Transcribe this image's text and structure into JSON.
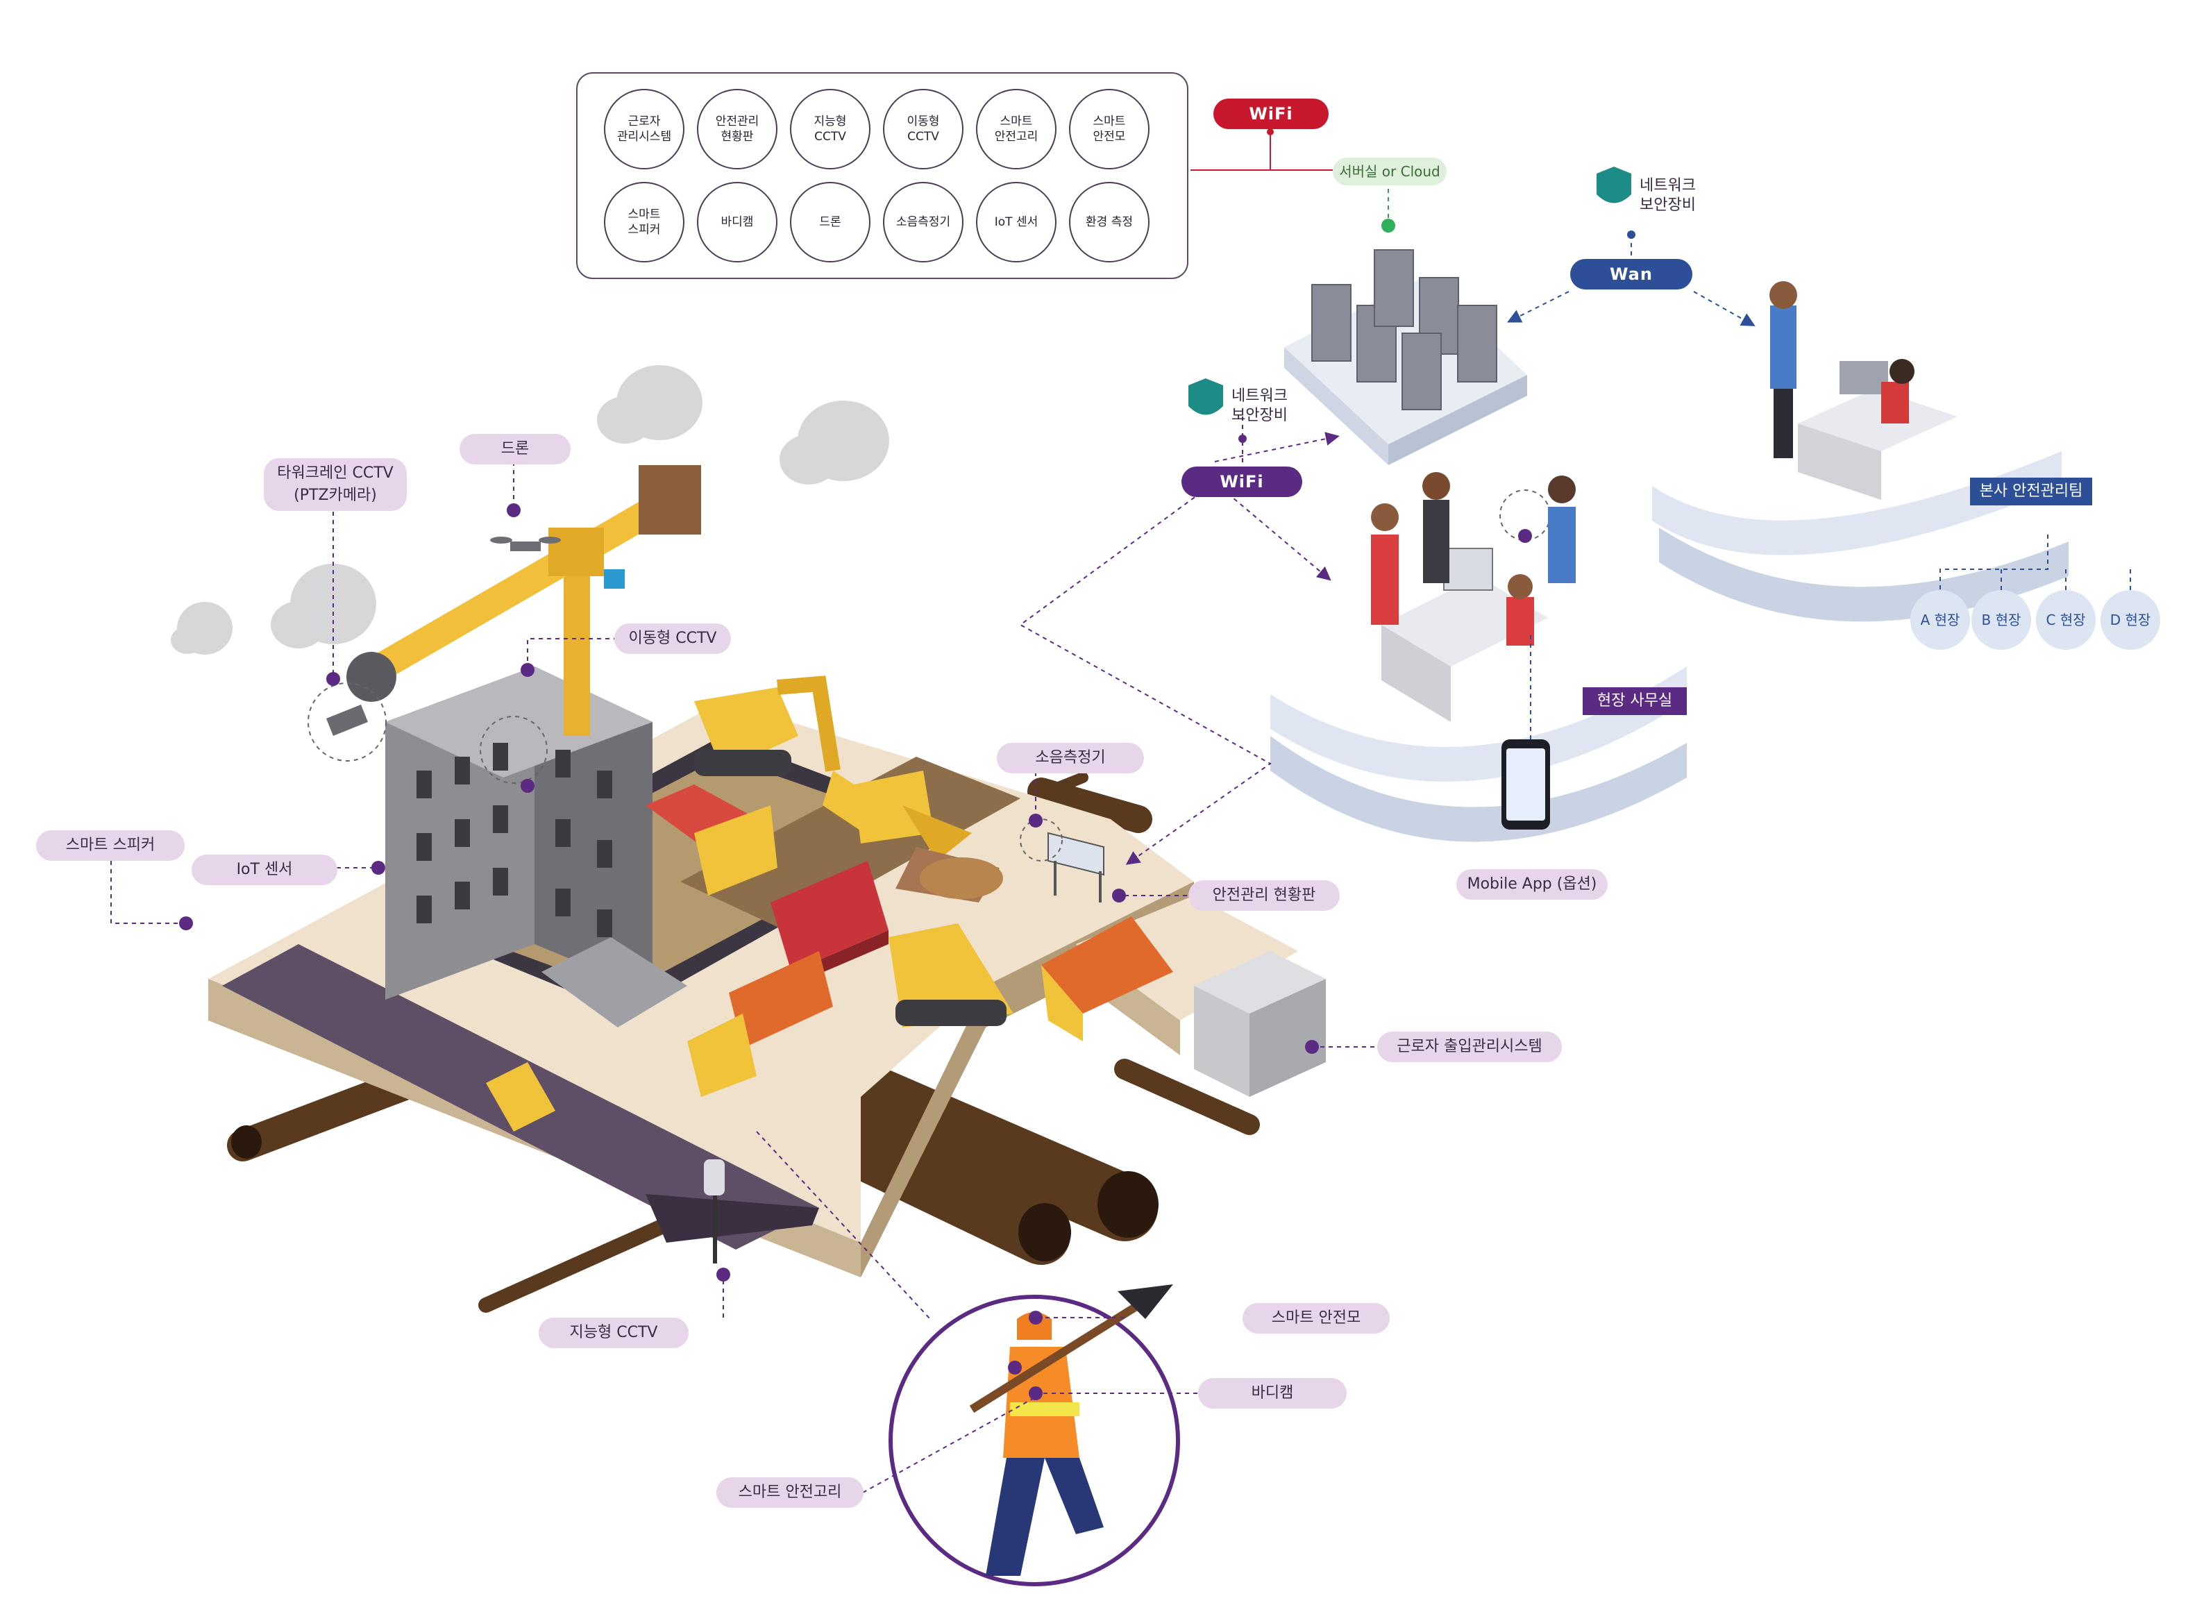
{
  "legend": {
    "items": [
      "근로자\n관리시스템",
      "안전관리\n현황판",
      "지능형\nCCTV",
      "이동형\nCCTV",
      "스마트\n안전고리",
      "스마트\n안전모",
      "스마트\n스피커",
      "바디캠",
      "드론",
      "소음측정기",
      "IoT 센서",
      "환경 측정"
    ]
  },
  "network": {
    "wifi_top": "WiFi",
    "server_cloud": "서버실 or Cloud",
    "security_top": "네트워크\n보안장비",
    "wan": "Wan",
    "security_mid": "네트워크\n보안장비",
    "wifi_mid": "WiFi"
  },
  "offices": {
    "hq": "본사 안전관리팀",
    "sites": [
      "A 현장",
      "B 현장",
      "C 현장",
      "D 현장"
    ],
    "field_office": "현장 사무실",
    "mobile_app": "Mobile App (옵션)"
  },
  "callouts": {
    "tower_cctv": "타워크레인 CCTV\n(PTZ카메라)",
    "drone": "드론",
    "mobile_cctv": "이동형 CCTV",
    "noise_meter": "소음측정기",
    "smart_speaker": "스마트 스피커",
    "iot_sensor": "IoT 센서",
    "safety_board": "안전관리 현황판",
    "worker_access": "근로자 출입관리시스템",
    "intelligent_cctv": "지능형 CCTV",
    "smart_helmet": "스마트 안전모",
    "bodycam": "바디캠",
    "smart_hook": "스마트 안전고리"
  },
  "colors": {
    "accent_purple": "#5b2a82",
    "label_bg": "#e7d6ea",
    "wifi_red": "#c8182d",
    "wan_blue": "#2c4f97",
    "cloud_green": "#dff1dc"
  }
}
